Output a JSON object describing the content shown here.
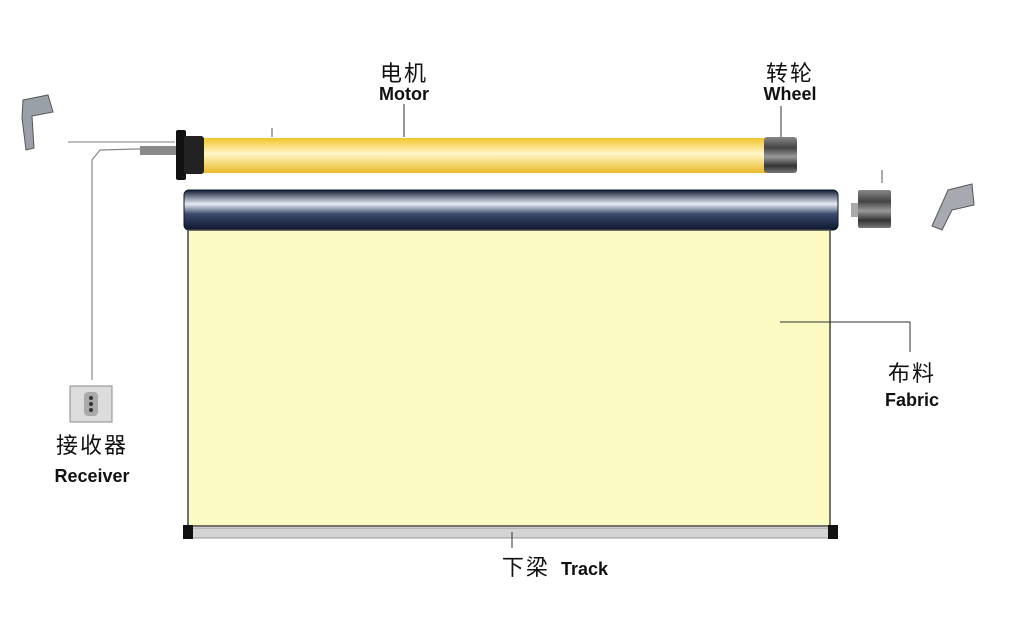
{
  "labels": {
    "motor": {
      "zh": "电机",
      "en": "Motor"
    },
    "wheel": {
      "zh": "转轮",
      "en": "Wheel"
    },
    "fabric": {
      "zh": "布料",
      "en": "Fabric"
    },
    "receiver": {
      "zh": "接收器",
      "en": "Receiver"
    },
    "track": {
      "zh": "下梁",
      "en": "Track"
    }
  },
  "colors": {
    "motor_tube": "#f7d04a",
    "roller": "#1e2c4a",
    "fabric": "#fafac2",
    "track": "#c8c8c8"
  }
}
